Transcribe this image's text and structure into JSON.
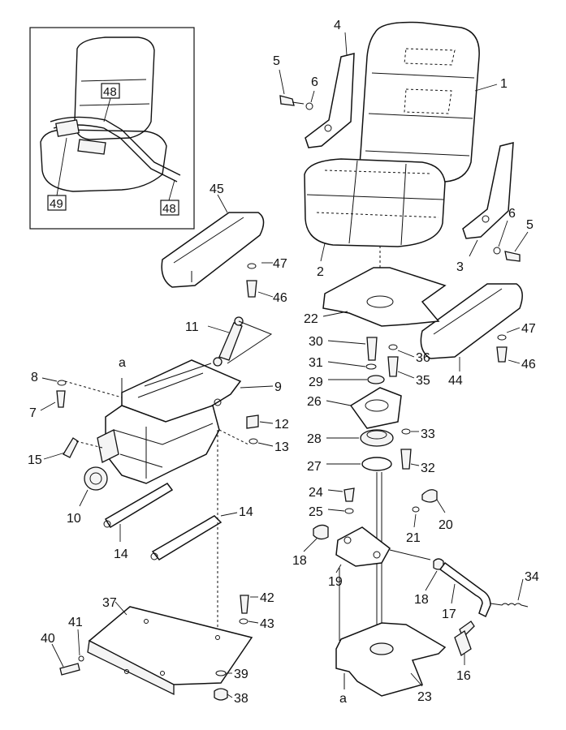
{
  "labels": {
    "l1": "1",
    "l2": "2",
    "l3": "3",
    "l4": "4",
    "l5a": "5",
    "l5b": "5",
    "l6a": "6",
    "l6b": "6",
    "l7": "7",
    "l8": "8",
    "l9": "9",
    "l10": "10",
    "l11": "11",
    "l12": "12",
    "l13": "13",
    "l14a": "14",
    "l14b": "14",
    "l15": "15",
    "l16": "16",
    "l17": "17",
    "l18a": "18",
    "l18b": "18",
    "l19": "19",
    "l20": "20",
    "l21": "21",
    "l22": "22",
    "l23": "23",
    "l24": "24",
    "l25": "25",
    "l26": "26",
    "l27": "27",
    "l28": "28",
    "l29": "29",
    "l30": "30",
    "l31": "31",
    "l32": "32",
    "l33": "33",
    "l34": "34",
    "l35": "35",
    "l36": "36",
    "l37": "37",
    "l38": "38",
    "l39": "39",
    "l40": "40",
    "l41": "41",
    "l42": "42",
    "l43": "43",
    "l44": "44",
    "l45": "45",
    "l46a": "46",
    "l46b": "46",
    "l47a": "47",
    "l47b": "47",
    "la1": "a",
    "la2": "a"
  },
  "inset_labels": {
    "belt_top": "48",
    "buckle": "49",
    "belt_bottom": "48"
  }
}
